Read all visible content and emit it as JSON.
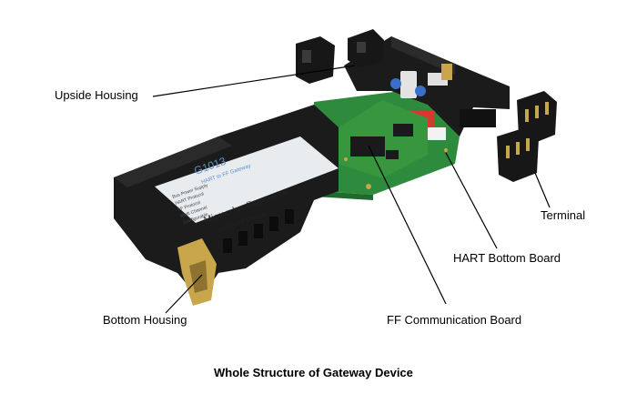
{
  "labels": {
    "upside_housing": "Upside Housing",
    "terminal": "Terminal",
    "hart_bottom_board": "HART Bottom Board",
    "bottom_housing": "Bottom Housing",
    "ff_communication_board": "FF Communication Board"
  },
  "caption": "Whole Structure of Gateway Device",
  "device_label": {
    "model": "G1013",
    "subtitle": "HART to FF Gateway",
    "maker": "Microcyber Corporation",
    "product": "HART to FF Gateway",
    "features": [
      "Bus Power Supply",
      "HART Protocol",
      "FF Protocol",
      "Multi Channel",
      "Configurable"
    ]
  },
  "colors": {
    "housing": "#1b1b1b",
    "pcb": "#2e8a3c",
    "brass": "#c9a54c",
    "label_bg": "#e9ecef",
    "model_text": "#5f8fd1",
    "connector_red": "#d43a2f",
    "line": "#000000"
  }
}
